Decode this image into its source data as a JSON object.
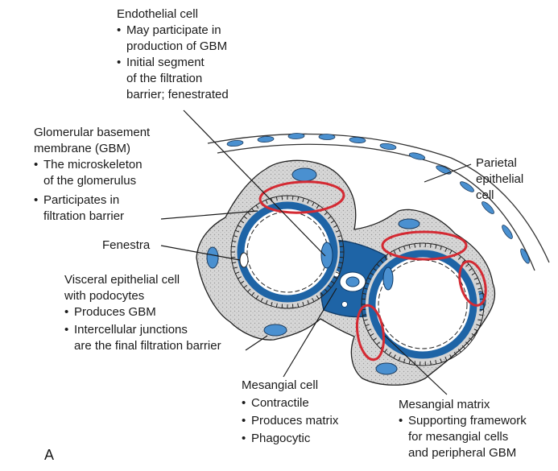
{
  "panel_label": "A",
  "colors": {
    "capillary_wall": "#1e64a6",
    "endothelial_nucleus": "#4a90d0",
    "basement_membrane_fill": "#d4d4d4",
    "annotation_circle": "#d42a33",
    "leader_line": "#1a1a1a"
  },
  "labels": {
    "endothelial": {
      "title": "Endothelial cell",
      "b1": "May participate in",
      "b1c": "production of GBM",
      "b2": "Initial segment",
      "b2c1": "of the filtration",
      "b2c2": "barrier; fenestrated"
    },
    "gbm": {
      "title1": "Glomerular basement",
      "title2": "membrane (GBM)",
      "b1": "The microskeleton",
      "b1c": "of the glomerulus",
      "b2": "Participates in",
      "b2c": "filtration barrier"
    },
    "fenestra": {
      "title": "Fenestra"
    },
    "visceral": {
      "title1": "Visceral epithelial cell",
      "title2": "with podocytes",
      "b1": "Produces GBM",
      "b2": "Intercellular junctions",
      "b2c": "are the final filtration barrier"
    },
    "parietal": {
      "line1": "Parietal",
      "line2": "epithelial",
      "line3": "cell"
    },
    "mesangial_cell": {
      "title": "Mesangial cell",
      "b1": "Contractile",
      "b2": "Produces matrix",
      "b3": "Phagocytic"
    },
    "mesangial_matrix": {
      "title": "Mesangial matrix",
      "b1": "Supporting framework",
      "b1c1": "for mesangial cells",
      "b1c2": "and peripheral GBM"
    }
  }
}
